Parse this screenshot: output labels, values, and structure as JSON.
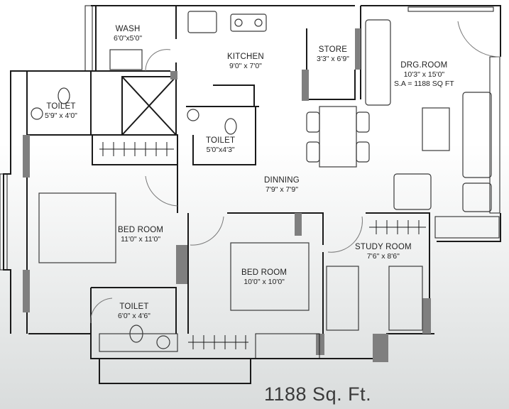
{
  "rooms": {
    "wash": {
      "name": "WASH",
      "dims": "6'0\"x5'0\""
    },
    "kitchen": {
      "name": "KITCHEN",
      "dims": "9'0\" x 7'0\""
    },
    "store": {
      "name": "STORE",
      "dims": "3'3\" x 6'9\""
    },
    "drg_room": {
      "name": "DRG.ROOM",
      "dims": "10'3\" x 15'0\"",
      "note": "S.A  = 1188 SQ FT"
    },
    "toilet_1": {
      "name": "TOILET",
      "dims": "5'9\" x 4'0\""
    },
    "toilet_2": {
      "name": "TOILET",
      "dims": "5'0\"x4'3\""
    },
    "dinning": {
      "name": "DINNING",
      "dims": "7'9\" x 7'9\""
    },
    "bed_room_1": {
      "name": "BED ROOM",
      "dims": "11'0\" x 11'0\""
    },
    "bed_room_2": {
      "name": "BED ROOM",
      "dims": "10'0\" x 10'0\""
    },
    "study_room": {
      "name": "STUDY ROOM",
      "dims": "7'6\" x 8'6\""
    },
    "toilet_3": {
      "name": "TOILET",
      "dims": "6'0\" x 4'6\""
    }
  },
  "total_area": "1188 Sq. Ft.",
  "colors": {
    "wall": "#1a1a1a",
    "pillar": "#808080",
    "furniture": "#3a3a3a",
    "background": "#ffffff"
  }
}
